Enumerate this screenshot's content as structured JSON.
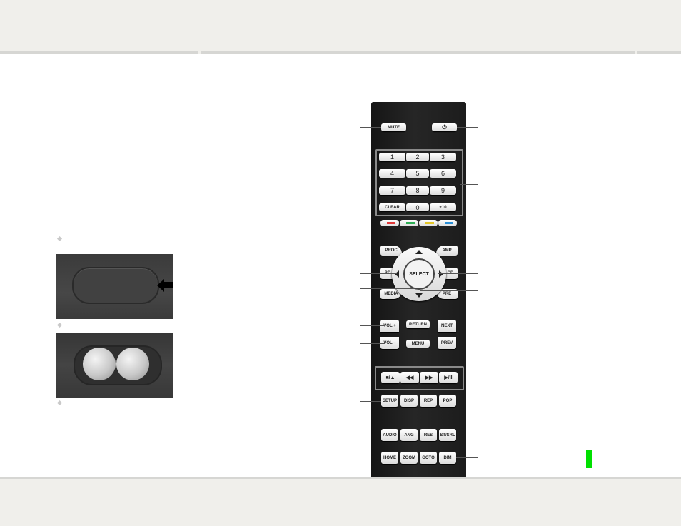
{
  "remote": {
    "mute": "MUTE",
    "power": "⏻",
    "numbers": [
      "1",
      "2",
      "3",
      "4",
      "5",
      "6",
      "7",
      "8",
      "9"
    ],
    "clear": "CLEAR",
    "zero": "0",
    "plus10": "+10",
    "color_keys": [
      "#e03a3a",
      "#2fae55",
      "#e3c62a",
      "#2b8fd6"
    ],
    "proc": "PROC",
    "amp": "AMP",
    "bd": "BD",
    "cd": "CD",
    "media": "MEDIA",
    "pre": "PRE",
    "select": "SELECT",
    "vol_up": "VOL +",
    "vol_down": "VOL –",
    "return": "RETURN",
    "menu": "MENU",
    "next": "NEXT",
    "prev": "PREV",
    "transport": [
      "■/▲",
      "◀◀",
      "▶▶",
      "▶/II"
    ],
    "row1": [
      "SETUP",
      "DISP",
      "REP",
      "POP"
    ],
    "row2": [
      "AUDIO",
      "ANG",
      "RES",
      "ST/SRL"
    ],
    "row3": [
      "HOME",
      "ZOOM",
      "GOTO",
      "DIM"
    ]
  },
  "accent_color": "#00e000"
}
